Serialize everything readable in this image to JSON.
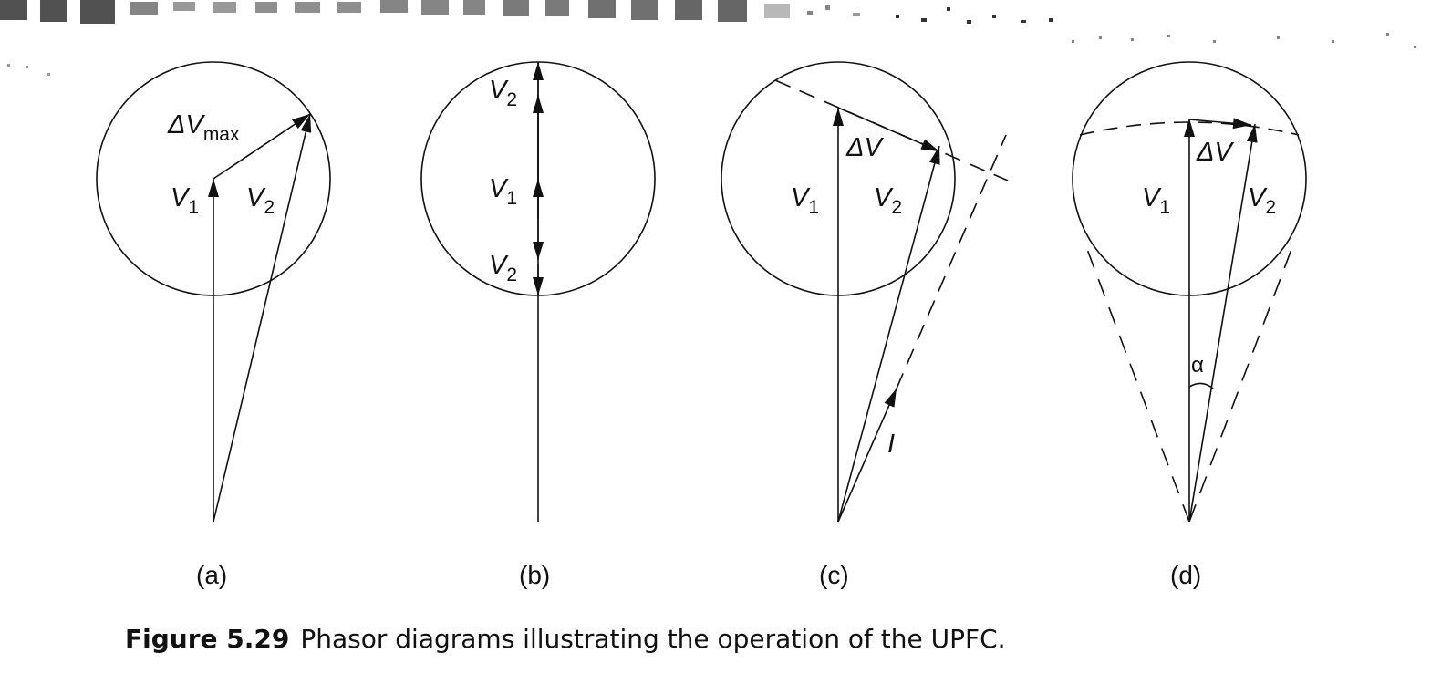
{
  "figure": {
    "number": "Figure 5.29",
    "caption_text": "Phasor diagrams illustrating the operation of the UPFC."
  },
  "panels": [
    {
      "label": "(a)",
      "symbols": {
        "v1_main": "V",
        "v1_sub": "1",
        "v2_main": "V",
        "v2_sub": "2",
        "dv_main": "ΔV",
        "dv_sub": "max"
      }
    },
    {
      "label": "(b)",
      "symbols": {
        "v2_top_main": "V",
        "v2_top_sub": "2",
        "v1_main": "V",
        "v1_sub": "1",
        "v2_bot_main": "V",
        "v2_bot_sub": "2"
      }
    },
    {
      "label": "(c)",
      "symbols": {
        "dv_main": "ΔV",
        "v1_main": "V",
        "v1_sub": "1",
        "v2_main": "V",
        "v2_sub": "2",
        "i_main": "I"
      }
    },
    {
      "label": "(d)",
      "symbols": {
        "dv_main": "ΔV",
        "v1_main": "V",
        "v1_sub": "1",
        "v2_main": "V",
        "v2_sub": "2",
        "alpha": "α"
      }
    }
  ]
}
